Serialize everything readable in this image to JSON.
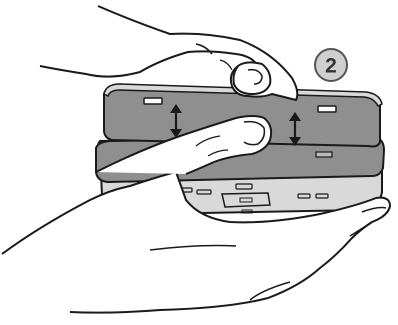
{
  "step": {
    "number": "2"
  },
  "colors": {
    "line": "#1a1a1a",
    "device_dark": "#8f8f8f",
    "device_mid": "#b9b9b9",
    "device_light": "#d9d9d9",
    "skin": "#ffffff",
    "badge_fill": "#cfcfcf",
    "badge_stroke": "#555555"
  },
  "icons": {
    "arrows": "double-headed-vertical-arrow",
    "hands": "hand-outline"
  }
}
